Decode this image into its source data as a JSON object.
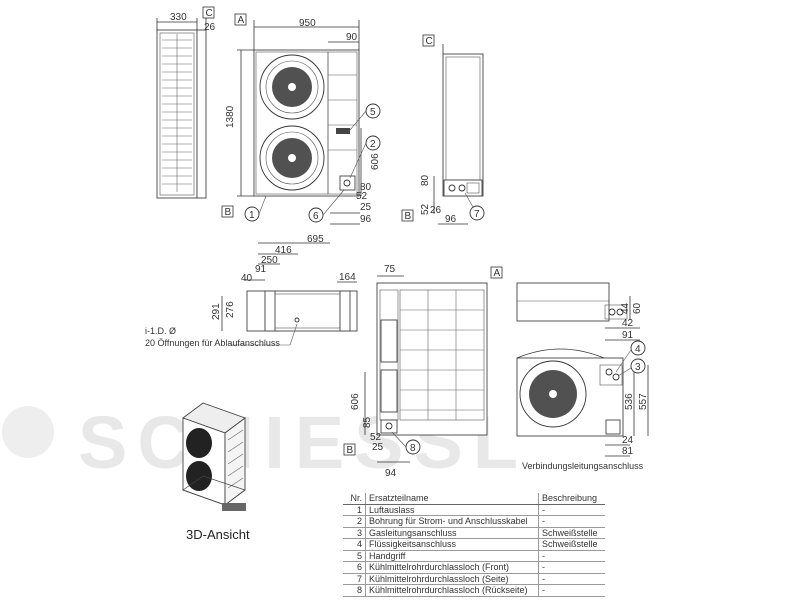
{
  "watermark": "SCHIESSL",
  "dimensions": {
    "top_side_depth": "330",
    "top_side_offset": "26",
    "front_width": "950",
    "front_right_margin": "90",
    "front_height": "1380",
    "front_606": "606",
    "front_80": "80",
    "front_52": "52",
    "front_25": "25",
    "front_96": "96",
    "right_80": "80",
    "right_52": "52",
    "right_26": "26",
    "right_96": "96",
    "bottom_695": "695",
    "bottom_416": "416",
    "bottom_250": "250",
    "bottom_40": "40",
    "bottom_91": "91",
    "bottom_164": "164",
    "bottom_291": "291",
    "bottom_276": "276",
    "back_75": "75",
    "back_606": "606",
    "back_85": "85",
    "back_52": "52",
    "back_25": "25",
    "back_94": "94",
    "conn_44": "44",
    "conn_60": "60",
    "conn_42": "42",
    "conn_91": "91",
    "conn_536": "536",
    "conn_557": "557",
    "conn_24": "24",
    "conn_81": "81"
  },
  "refs": {
    "a": "A",
    "b": "B",
    "c": "C"
  },
  "callouts": {
    "n1": "1",
    "n2": "2",
    "n3": "3",
    "n4": "4",
    "n5": "5",
    "n6": "6",
    "n7": "7",
    "n8": "8"
  },
  "notes": {
    "drain_id": "i-1.D. Ø",
    "drain_holes": "20 Öffnungen für Ablaufanschluss"
  },
  "view3d_label": "3D-Ansicht",
  "connection_label": "Verbindungsleitungsanschluss",
  "parts_table": {
    "headers": {
      "nr": "Nr.",
      "name": "Ersatzteilname",
      "desc": "Beschreibung"
    },
    "rows": [
      {
        "nr": "1",
        "name": "Luftauslass",
        "desc": "-"
      },
      {
        "nr": "2",
        "name": "Bohrung für Strom- und Anschlusskabel",
        "desc": "-"
      },
      {
        "nr": "3",
        "name": "Gasleitungsanschluss",
        "desc": "Schweißstelle"
      },
      {
        "nr": "4",
        "name": "Flüssigkeitsanschluss",
        "desc": "Schweißstelle"
      },
      {
        "nr": "5",
        "name": "Handgriff",
        "desc": "-"
      },
      {
        "nr": "6",
        "name": "Kühlmittelrohrdurchlassloch (Front)",
        "desc": "-"
      },
      {
        "nr": "7",
        "name": "Kühlmittelrohrdurchlassloch (Seite)",
        "desc": "-"
      },
      {
        "nr": "8",
        "name": "Kühlmittelrohrdurchlassloch (Rückseite)",
        "desc": "-"
      }
    ]
  }
}
